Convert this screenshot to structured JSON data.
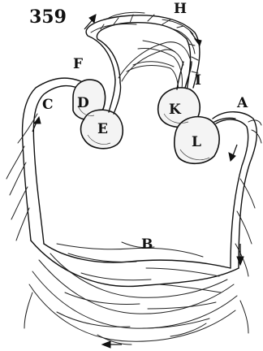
{
  "figure": {
    "number": "359",
    "labels": {
      "a": "A",
      "b": "B",
      "c": "C",
      "d": "D",
      "e": "E",
      "f": "F",
      "h": "H",
      "i": "I",
      "k": "K",
      "l": "L"
    }
  }
}
